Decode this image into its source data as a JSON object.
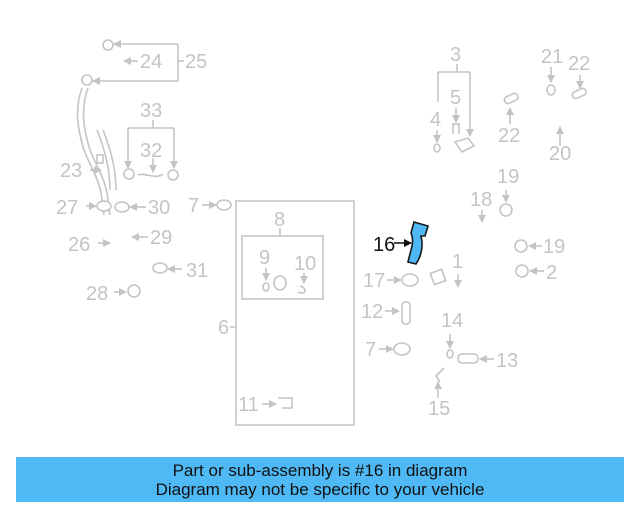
{
  "diagram": {
    "highlighted_part": "16",
    "highlight_color": "#4fb9f5",
    "line_color": "#c4c4c4",
    "labels": {
      "l1": "1",
      "l2": "2",
      "l3": "3",
      "l4": "4",
      "l5": "5",
      "l6": "6",
      "l7a": "7",
      "l7b": "7",
      "l8": "8",
      "l9": "9",
      "l10": "10",
      "l11": "11",
      "l12": "12",
      "l13": "13",
      "l14": "14",
      "l15": "15",
      "l16": "16",
      "l17": "17",
      "l18": "18",
      "l19a": "19",
      "l19b": "19",
      "l20": "20",
      "l21": "21",
      "l22a": "22",
      "l22b": "22",
      "l23": "23",
      "l24": "24",
      "l25": "25",
      "l26": "26",
      "l27": "27",
      "l28": "28",
      "l29": "29",
      "l30": "30",
      "l31": "31",
      "l32": "32",
      "l33": "33"
    }
  },
  "banner": {
    "line1": "Part or sub-assembly is #16 in diagram",
    "line2": "Diagram may not be specific to your vehicle",
    "color": "#4fb9f5"
  }
}
